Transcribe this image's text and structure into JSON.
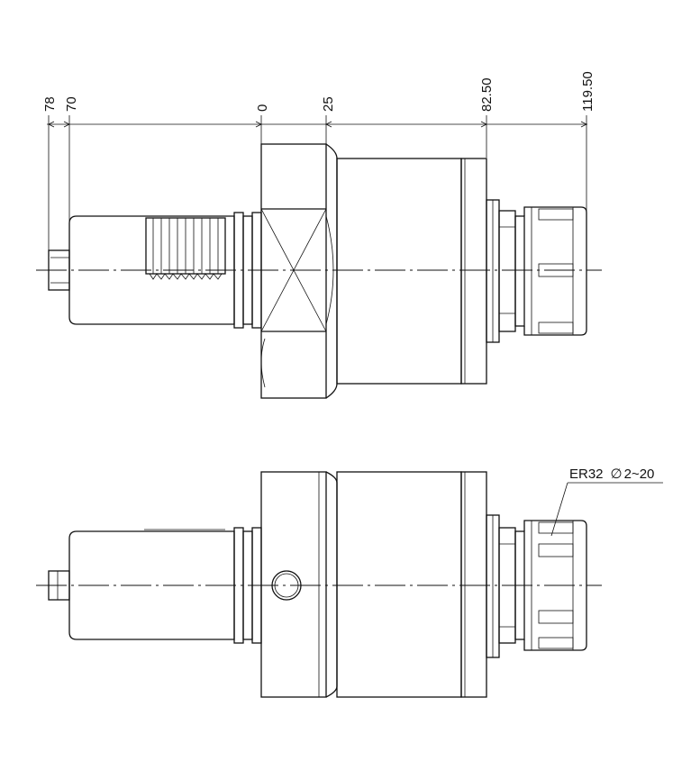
{
  "dimensions": [
    "78",
    "70",
    "0",
    "25",
    "82.50",
    "119.50"
  ],
  "callout": {
    "prefix": "ER32",
    "diameter_symbol": "∅",
    "range": "2~20"
  }
}
